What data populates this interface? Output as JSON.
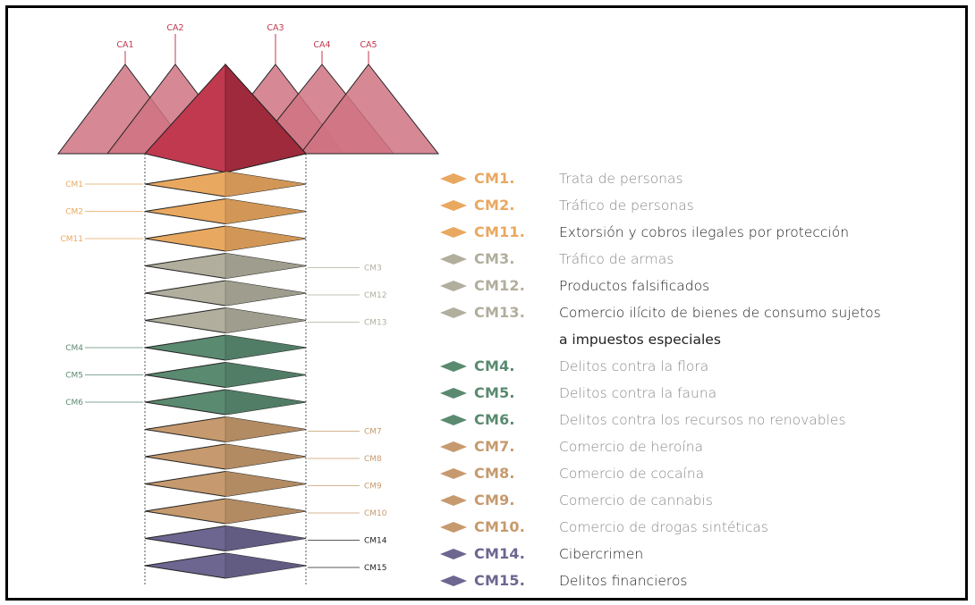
{
  "top_labels": [
    "CA1",
    "CA2",
    "CA3",
    "CA4",
    "CA5"
  ],
  "layers": [
    {
      "code": "CM1",
      "label": "CM1",
      "side": "left",
      "color": "#e9a860",
      "description": "Trata de personas",
      "dark": false
    },
    {
      "code": "CM2",
      "label": "CM2",
      "side": "left",
      "color": "#e9a860",
      "description": "Tráfico de personas",
      "dark": false
    },
    {
      "code": "CM11",
      "label": "CM11",
      "side": "left",
      "color": "#e9a860",
      "description": "Extorsión y cobros ilegales por protección",
      "dark": true
    },
    {
      "code": "CM3",
      "label": "CM3",
      "side": "right",
      "color": "#b1ae9d",
      "description": "Tráfico de armas",
      "dark": false
    },
    {
      "code": "CM12",
      "label": "CM12",
      "side": "right",
      "color": "#b1ae9d",
      "description": "Productos falsificados",
      "dark": true
    },
    {
      "code": "CM13",
      "label": "CM13",
      "side": "right",
      "color": "#b1ae9d",
      "description": "Comercio ilícito de bienes de consumo sujetos",
      "description_cont": "a impuestos especiales",
      "dark": true
    },
    {
      "code": "CM4",
      "label": "CM4",
      "side": "left",
      "color": "#5a8a70",
      "description": "Delitos contra la flora",
      "dark": false
    },
    {
      "code": "CM5",
      "label": "CM5",
      "side": "left",
      "color": "#5a8a70",
      "description": "Delitos contra la fauna",
      "dark": false
    },
    {
      "code": "CM6",
      "label": "CM6",
      "side": "left",
      "color": "#5a8a70",
      "description": "Delitos contra los recursos no renovables",
      "dark": false
    },
    {
      "code": "CM7",
      "label": "CM7",
      "side": "right",
      "color": "#c69a6e",
      "description": "Comercio de heroína",
      "dark": false
    },
    {
      "code": "CM8",
      "label": "CM8",
      "side": "right",
      "color": "#c69a6e",
      "description": "Comercio de cocaína",
      "dark": false
    },
    {
      "code": "CM9",
      "label": "CM9",
      "side": "right",
      "color": "#c69a6e",
      "description": "Comercio de cannabis",
      "dark": false
    },
    {
      "code": "CM10",
      "label": "CM10",
      "side": "right",
      "color": "#c69a6e",
      "description": "Comercio de drogas sintéticas",
      "dark": false
    },
    {
      "code": "CM14",
      "label": "CM14",
      "side": "right",
      "color": "#6d6690",
      "description": "Cibercrimen",
      "dark": true
    },
    {
      "code": "CM15",
      "label": "CM15",
      "side": "right",
      "color": "#6d6690",
      "description": "Delitos financieros",
      "dark": true
    }
  ],
  "legend_codes": [
    "CM1.",
    "CM2.",
    "CM11.",
    "CM3.",
    "CM12.",
    "CM13.",
    "CM4.",
    "CM5.",
    "CM6.",
    "CM7.",
    "CM8.",
    "CM9.",
    "CM10.",
    "CM14.",
    "CM15."
  ],
  "colors": {
    "pyramid_light": "#cf7382",
    "pyramid_main": "#c0394f",
    "pyramid_dark": "#9e2a3c",
    "label_red": "#c0394f",
    "orange": "#e9a860",
    "grey": "#b1ae9d",
    "green": "#5a8a70",
    "brown": "#c69a6e",
    "purple": "#6d6690"
  }
}
